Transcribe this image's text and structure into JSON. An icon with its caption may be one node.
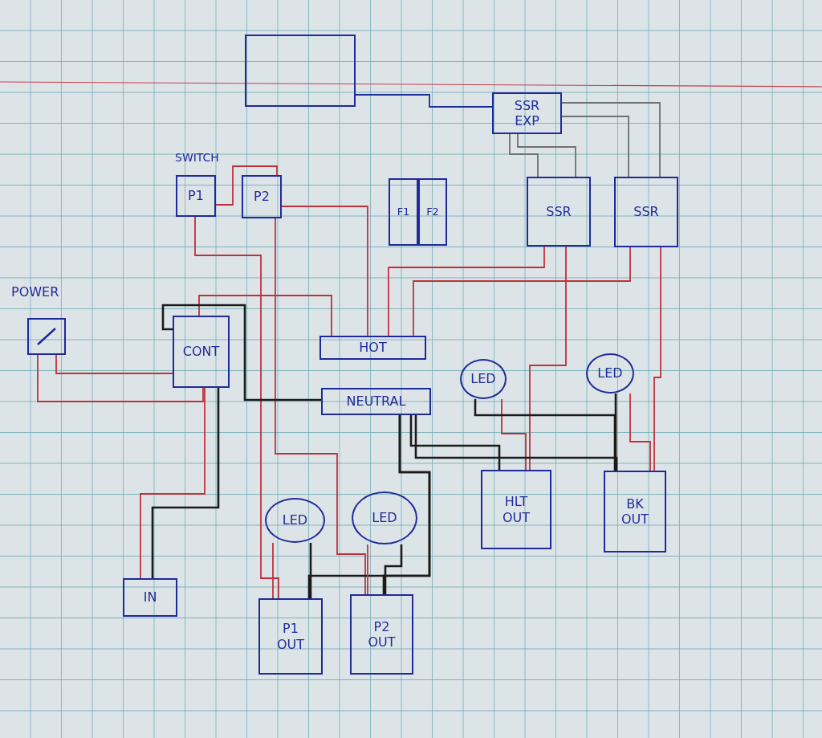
{
  "diagram": {
    "nodes": [
      {
        "text": [],
        "shape": "box"
      },
      {
        "text": [
          "SSR EXP"
        ]
      },
      {
        "text": [
          "P1"
        ]
      },
      {
        "text": [
          "P2"
        ]
      },
      {
        "text": [
          "F1"
        ]
      },
      {
        "text": [
          "F2"
        ]
      },
      {
        "text": [
          "SSR"
        ]
      },
      {
        "text": [
          "SSR"
        ]
      },
      {
        "text": [],
        "shape": "box",
        "beside": [
          "POWER"
        ]
      },
      {
        "text": [
          "CONT"
        ]
      },
      {
        "text": [
          "HOT"
        ]
      },
      {
        "text": [
          "NEUTRAL"
        ]
      },
      {
        "text": [
          "LED"
        ]
      },
      {
        "text": [
          "LED"
        ]
      },
      {
        "text": [
          "HLT OUT"
        ]
      },
      {
        "text": [
          "BK OUT"
        ]
      },
      {
        "text": [
          "IN"
        ]
      },
      {
        "text": [
          "LED"
        ]
      },
      {
        "text": [
          "LED"
        ]
      },
      {
        "text": [
          "P1 OUT"
        ]
      },
      {
        "text": [
          "P2 OUT"
        ]
      }
    ],
    "edges": [
      {
        "from": 0,
        "to": 1,
        "arrow": "none",
        "color": "#1f2a9a"
      },
      {
        "from": 1,
        "to": 6,
        "arrow": "none",
        "color": "#707070"
      },
      {
        "from": 1,
        "to": 6,
        "arrow": "none",
        "color": "#707070"
      },
      {
        "from": 1,
        "to": 7,
        "arrow": "none",
        "color": "#707070"
      },
      {
        "from": 1,
        "to": 7,
        "arrow": "none",
        "color": "#707070"
      },
      {
        "from": 2,
        "to": 3,
        "arrow": "none"
      },
      {
        "from": 3,
        "to": 10,
        "arrow": "none"
      },
      {
        "from": 2,
        "to": 19,
        "arrow": "none"
      },
      {
        "from": 3,
        "to": 20,
        "arrow": "none"
      },
      {
        "from": 9,
        "to": 10,
        "arrow": "none"
      },
      {
        "from": 8,
        "to": 9,
        "arrow": "none"
      },
      {
        "from": 8,
        "to": 9,
        "arrow": "none"
      },
      {
        "from": 9,
        "to": 16,
        "arrow": "none"
      },
      {
        "from": 9,
        "to": 16,
        "arrow": "none",
        "color": "#1a1a1a"
      },
      {
        "from": 6,
        "to": 10,
        "arrow": "none"
      },
      {
        "from": 7,
        "to": 10,
        "arrow": "none"
      },
      {
        "from": 6,
        "to": 14,
        "arrow": "none"
      },
      {
        "from": 12,
        "to": 14,
        "arrow": "none"
      },
      {
        "from": 7,
        "to": 15,
        "arrow": "none"
      },
      {
        "from": 13,
        "to": 15,
        "arrow": "none"
      },
      {
        "from": 9,
        "to": 11,
        "arrow": "none",
        "color": "#1a1a1a"
      },
      {
        "from": 11,
        "to": 14,
        "arrow": "none",
        "color": "#1a1a1a"
      },
      {
        "from": 11,
        "to": 15,
        "arrow": "none",
        "color": "#1a1a1a"
      },
      {
        "from": 12,
        "to": 15,
        "arrow": "none",
        "color": "#1a1a1a"
      },
      {
        "from": 13,
        "to": 15,
        "arrow": "none",
        "color": "#1a1a1a"
      },
      {
        "from": 11,
        "to": 19,
        "arrow": "none",
        "color": "#1a1a1a"
      },
      {
        "from": 11,
        "to": 20,
        "arrow": "none",
        "color": "#1a1a1a"
      },
      {
        "from": 17,
        "to": 19,
        "arrow": "none",
        "color": "#1a1a1a"
      },
      {
        "from": 18,
        "to": 20,
        "arrow": "none",
        "color": "#1a1a1a"
      },
      {
        "from": 17,
        "to": 19,
        "arrow": "none"
      },
      {
        "from": 18,
        "to": 20,
        "arrow": "none"
      }
    ],
    "labels": [
      "SWITCH"
    ]
  }
}
